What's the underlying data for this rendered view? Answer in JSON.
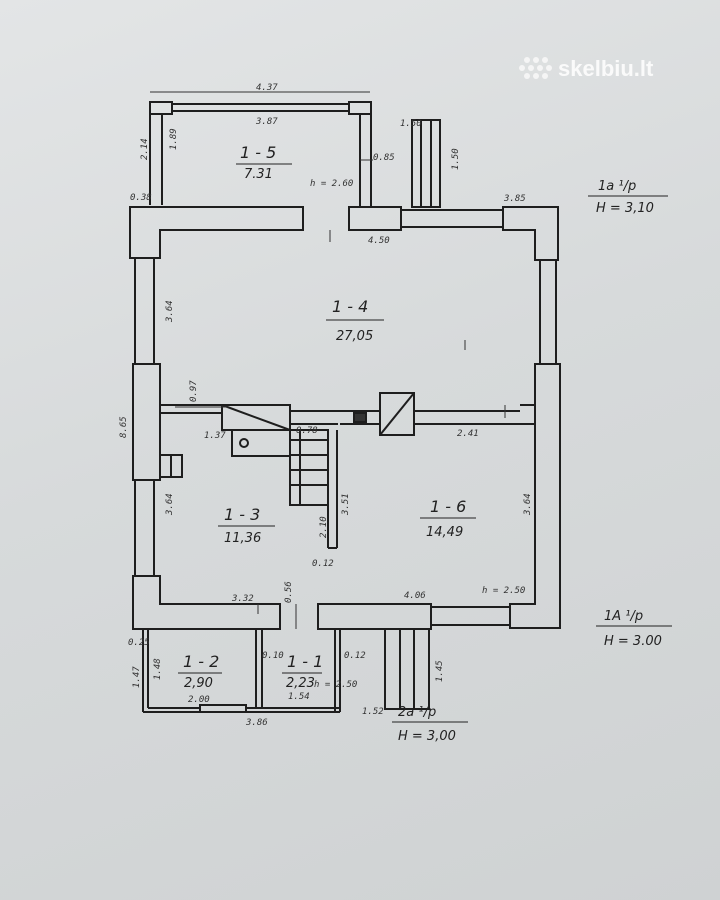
{
  "watermark": {
    "text": "skelbiu.lt"
  },
  "rooms": [
    {
      "id": "1-5",
      "label": "1 - 5",
      "area": "7.31"
    },
    {
      "id": "1-4",
      "label": "1 - 4",
      "area": "27,05"
    },
    {
      "id": "1-3",
      "label": "1 - 3",
      "area": "11,36"
    },
    {
      "id": "1-6",
      "label": "1 - 6",
      "area": "14,49"
    },
    {
      "id": "1-2",
      "label": "1 - 2",
      "area": "2,90"
    },
    {
      "id": "1-1",
      "label": "1 - 1",
      "area": "2,23"
    }
  ],
  "notes": {
    "n1_top": "1a ¹/p",
    "n1_bottom": "H = 3,10",
    "n2_top": "1A ¹/p",
    "n2_bottom": "H = 3.00",
    "n3_top": "2a ¹/p",
    "n3_bottom": "H = 3,00"
  },
  "dims": {
    "d_437": "4.37",
    "d_387": "3.87",
    "d_214": "2.14",
    "d_189": "1.89",
    "d_150a": "1.50",
    "d_150b": "1.50",
    "d_085": "0.85",
    "d_h260": "h = 2.60",
    "d_038": "0.38",
    "d_385": "3.85",
    "d_450": "4.50",
    "d_364a": "3.64",
    "d_865": "8.65",
    "d_097": "0.97",
    "d_137": "1.37",
    "d_079": "0.78",
    "d_241": "2.41",
    "d_364b": "3.64",
    "d_364c": "3.64",
    "d_351": "3.51",
    "d_210": "2.10",
    "d_012a": "0.12",
    "d_332": "3.32",
    "d_056": "0.56",
    "d_406": "4.06",
    "d_h250": "h = 2.50",
    "d_025": "0.25",
    "d_147": "1.47",
    "d_148": "1.48",
    "d_010": "0.10",
    "d_012b": "0.12",
    "d_145": "1.45",
    "d_200": "2.00",
    "d_154": "1.54",
    "d_386": "3.86",
    "d_152": "1.52",
    "d_h250b": "h = 2.50"
  }
}
